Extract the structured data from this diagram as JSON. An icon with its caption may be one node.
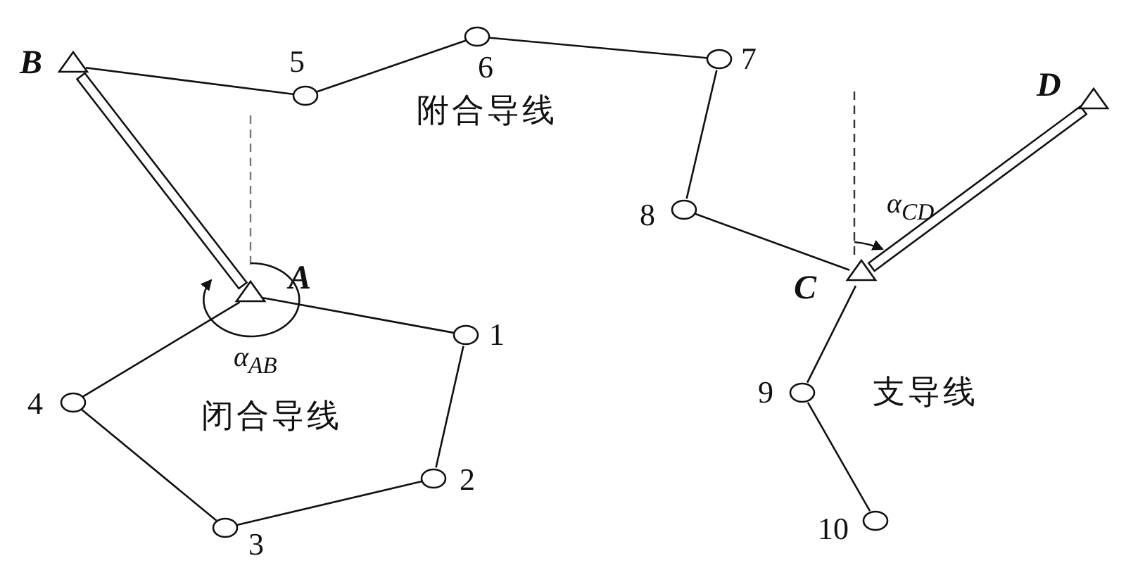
{
  "diagram": {
    "nodes": [
      {
        "text": [],
        "shape": "triangle",
        "beside": [
          "B"
        ]
      },
      {
        "text": [],
        "shape": "circle",
        "beside": [
          "5"
        ]
      },
      {
        "text": [],
        "shape": "circle",
        "beside": [
          "6"
        ]
      },
      {
        "text": [],
        "shape": "circle",
        "beside": [
          "7"
        ]
      },
      {
        "text": [],
        "shape": "circle",
        "beside": [
          "8"
        ]
      },
      {
        "text": [],
        "shape": "triangle",
        "beside": [
          "D"
        ]
      },
      {
        "text": [],
        "shape": "triangle",
        "beside": [
          "A"
        ]
      },
      {
        "text": [],
        "shape": "triangle",
        "beside": [
          "C"
        ]
      },
      {
        "text": [],
        "shape": "circle",
        "beside": [
          "1"
        ]
      },
      {
        "text": [],
        "shape": "circle",
        "beside": [
          "4"
        ]
      },
      {
        "text": [],
        "shape": "circle",
        "beside": [
          "9"
        ]
      },
      {
        "text": [],
        "shape": "circle",
        "beside": [
          "2"
        ]
      },
      {
        "text": [],
        "shape": "circle",
        "beside": [
          "3"
        ]
      },
      {
        "text": [],
        "shape": "circle",
        "beside": [
          "10"
        ]
      }
    ],
    "edges": [
      {
        "from": 0,
        "to": 6,
        "arrow": "none",
        "style": "thick"
      },
      {
        "from": 6,
        "to": 8,
        "arrow": "none"
      },
      {
        "from": 8,
        "to": 11,
        "arrow": "none"
      },
      {
        "from": 11,
        "to": 12,
        "arrow": "none"
      },
      {
        "from": 12,
        "to": 9,
        "arrow": "none"
      },
      {
        "from": 9,
        "to": 6,
        "arrow": "none"
      },
      {
        "from": 0,
        "to": 1,
        "arrow": "none"
      },
      {
        "from": 1,
        "to": 2,
        "arrow": "none"
      },
      {
        "from": 2,
        "to": 3,
        "arrow": "none"
      },
      {
        "from": 3,
        "to": 4,
        "arrow": "none"
      },
      {
        "from": 4,
        "to": 7,
        "arrow": "none"
      },
      {
        "from": 7,
        "to": 5,
        "arrow": "none",
        "style": "thick"
      },
      {
        "from": 7,
        "to": 10,
        "arrow": "none"
      },
      {
        "from": 10,
        "to": 13,
        "arrow": "none"
      }
    ],
    "labels": [
      "附合导线",
      "α$_{CD}$",
      "α$_{AB}$",
      "闭合导线",
      "支导线"
    ]
  }
}
